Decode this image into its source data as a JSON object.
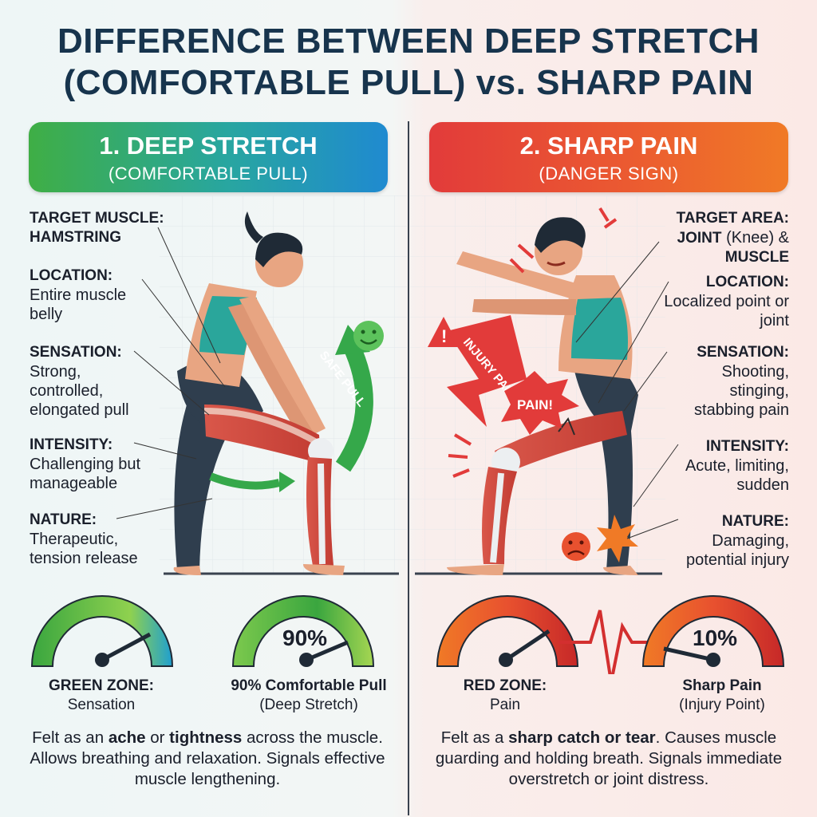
{
  "title": {
    "line1": "DIFFERENCE BETWEEN DEEP STRETCH",
    "line2": "(COMFORTABLE PULL) vs. SHARP PAIN"
  },
  "left": {
    "header": {
      "title": "1. DEEP STRETCH",
      "subtitle": "(COMFORTABLE PULL)"
    },
    "labels": [
      {
        "key": "TARGET MUSCLE:",
        "value": "HAMSTRING"
      },
      {
        "key": "LOCATION:",
        "value": "Entire muscle belly"
      },
      {
        "key": "SENSATION:",
        "value": "Strong, controlled, elongated pull"
      },
      {
        "key": "INTENSITY:",
        "value": "Challenging but manageable"
      },
      {
        "key": "NATURE:",
        "value": "Therapeutic, tension release"
      }
    ],
    "arrow_text": "SAFE PULL",
    "gauges": [
      {
        "caption_key": "GREEN ZONE:",
        "caption_value": "Sensation",
        "number": ""
      },
      {
        "caption_key": "90% Comfortable Pull",
        "caption_value": "(Deep Stretch)",
        "number": "90%"
      }
    ],
    "description": {
      "pre": "Felt as an ",
      "b1": "ache",
      "mid": " or ",
      "b2": "tightness",
      "post": " across the muscle. Allows breathing and relaxation. Signals effective muscle lengthening."
    }
  },
  "right": {
    "header": {
      "title": "2. SHARP PAIN",
      "subtitle": "(DANGER SIGN)"
    },
    "labels": [
      {
        "key": "TARGET AREA:",
        "value_b1": "JOINT",
        "value_mid": " (Knee) &",
        "value_b2": "MUSCLE"
      },
      {
        "key": "LOCATION:",
        "value": "Localized point or joint"
      },
      {
        "key": "SENSATION:",
        "value": "Shooting, stinging, stabbing pain"
      },
      {
        "key": "INTENSITY:",
        "value": "Acute, limiting, sudden"
      },
      {
        "key": "NATURE:",
        "value": "Damaging, potential injury"
      }
    ],
    "warning_text": "INJURY PAIN",
    "pain_burst": "PAIN!",
    "gauges": [
      {
        "caption_key": "RED ZONE:",
        "caption_value": "Pain",
        "number": ""
      },
      {
        "caption_key": "Sharp Pain",
        "caption_value": "(Injury Point)",
        "number": "10%"
      }
    ],
    "description": {
      "pre": "Felt as a ",
      "b1": "sharp catch or tear",
      "post": ". Causes muscle guarding and holding breath. Signals immediate overstretch or joint distress."
    }
  },
  "colors": {
    "title": "#17344d",
    "green": "#3fae45",
    "teal": "#28a6a0",
    "blue": "#1f8ad0",
    "red": "#e23b3a",
    "orange": "#f07a26"
  }
}
